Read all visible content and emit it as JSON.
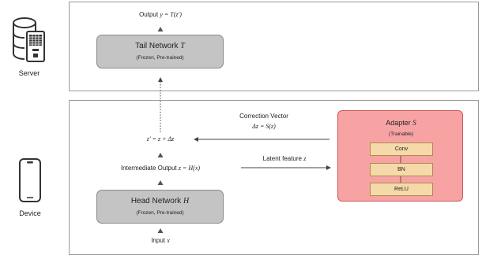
{
  "server": {
    "label": "Server",
    "output_label": "Output",
    "output_math": "y = T(z′)",
    "tail": {
      "title": "Tail Network",
      "symbol": "T",
      "subtitle": "(Frozen, Pre-trained)"
    }
  },
  "device": {
    "label": "Device",
    "head": {
      "title": "Head Network",
      "symbol": "H",
      "subtitle": "(Frozen, Pre-trained)"
    },
    "input_label": "Input",
    "input_symbol": "x",
    "intermediate_label": "Intermediate Output",
    "intermediate_math": "z = H(x)",
    "corrected_math": "z′ = z + Δz",
    "latent_label": "Latent feature",
    "latent_symbol": "z",
    "correction_label": "Correction Vector",
    "correction_math": "Δz = S(z)",
    "adapter": {
      "title": "Adapter",
      "symbol": "S",
      "subtitle": "(Trainable)",
      "layers": [
        "Conv",
        "BN",
        "ReLU"
      ]
    }
  }
}
